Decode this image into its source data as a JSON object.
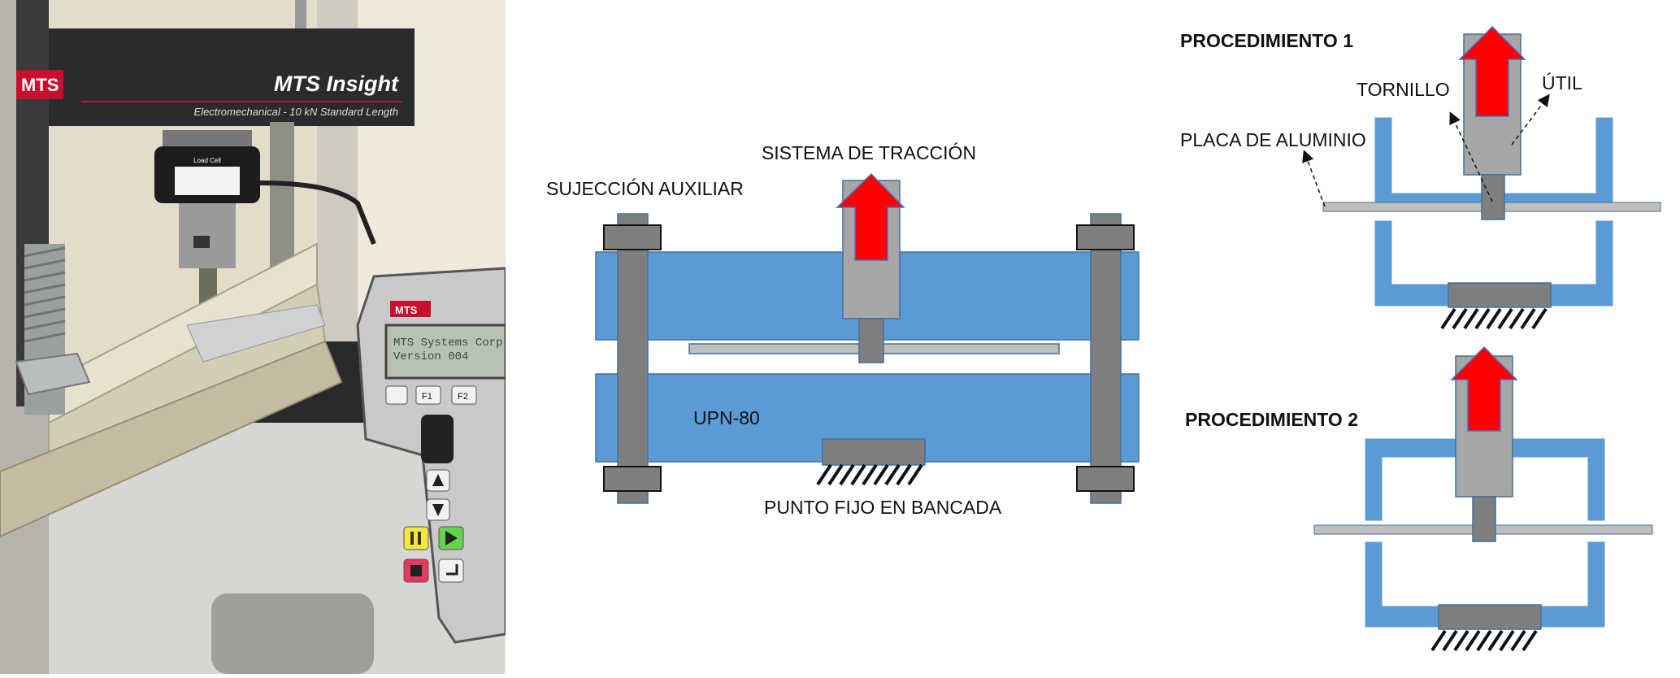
{
  "photo": {
    "brand_badge": "MTS",
    "machine_name": "MTS Insight",
    "machine_subtitle": "Electromechanical - 10 kN Standard Length",
    "load_cell_label": "Load Cell",
    "pendant_badge": "MTS",
    "pendant_screen_line1": "MTS Systems Corp.",
    "pendant_screen_line2": "Version 004",
    "pendant_key_f1": "F1",
    "pendant_key_f2": "F2"
  },
  "diagram_main": {
    "label_tension_system": "SISTEMA DE TRACCIÓN",
    "label_aux_clamp": "SUJECCIÓN AUXILIAR",
    "label_upn": "UPN-80",
    "label_fixed_point": "PUNTO FIJO EN BANCADA"
  },
  "procedure1": {
    "title": "PROCEDIMIENTO 1",
    "label_screw": "TORNILLO",
    "label_tool": "ÚTIL",
    "label_plate": "PLACA DE ALUMINIO"
  },
  "procedure2": {
    "title": "PROCEDIMIENTO 2"
  },
  "colors": {
    "profile_blue": "#5b9bd5",
    "profile_border": "#41719c",
    "bolt_gray": "#7f7f7f",
    "puller_gray": "#a6a6a6",
    "plate_gray": "#bfbfbf",
    "arrow_red": "#ff0000",
    "arrow_border": "#4472c4"
  }
}
